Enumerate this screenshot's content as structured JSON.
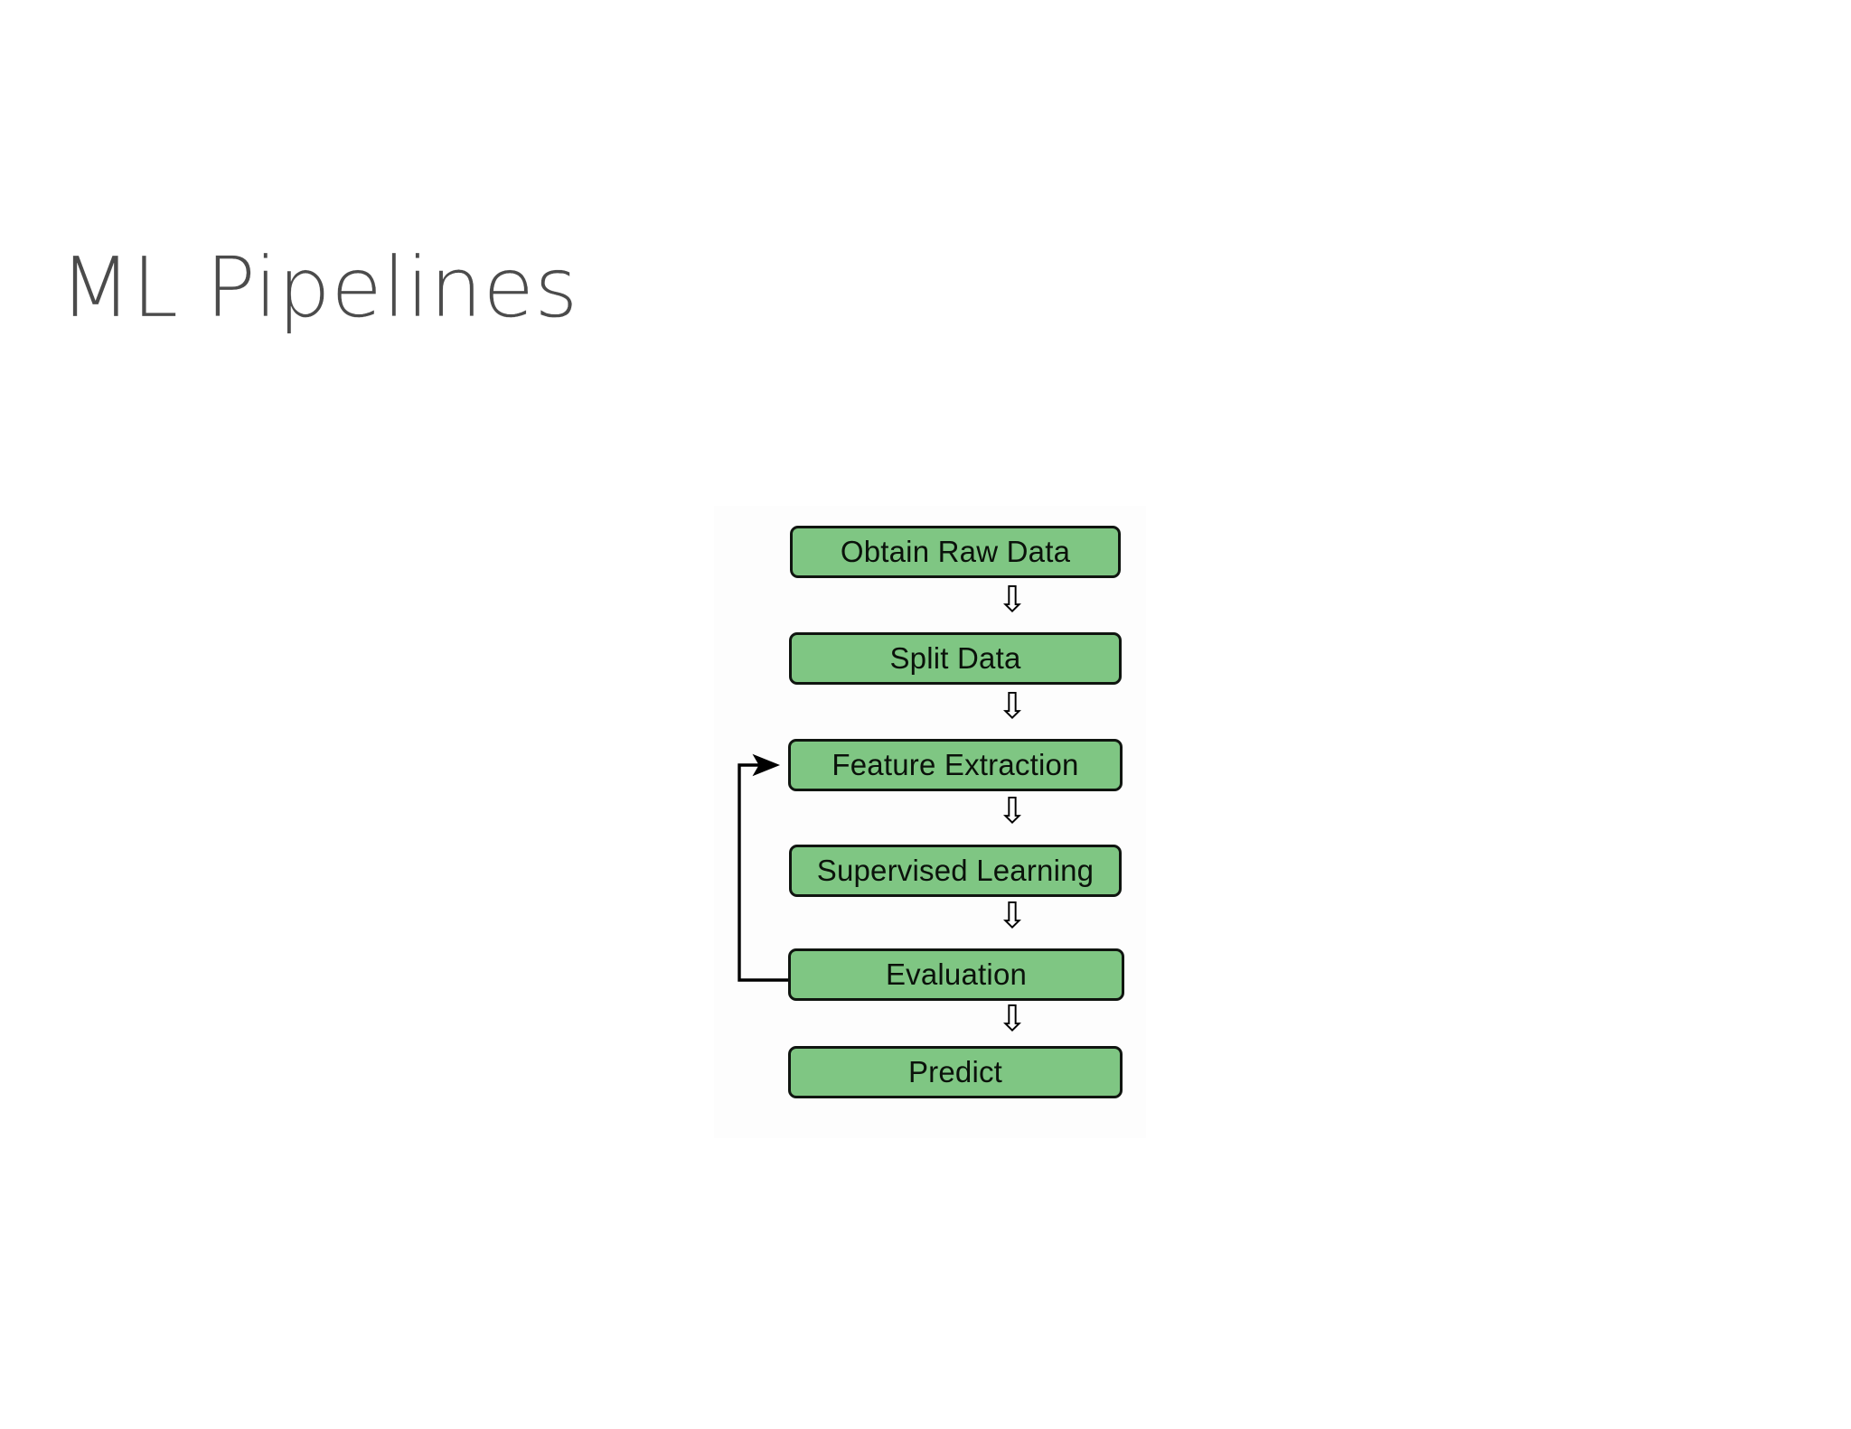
{
  "slide": {
    "title": "ML Pipelines",
    "background_color": "#ffffff",
    "title_color": "#4b4b4b"
  },
  "diagram": {
    "name": "ml-pipeline-flowchart",
    "type": "flowchart",
    "orientation": "vertical",
    "box_fill_color": "#7fc683",
    "box_border_color": "#101510",
    "box_text_color": "#0b120b",
    "connector_glyph": "⇩",
    "connector_color": "#000000",
    "loop_color": "#000000",
    "steps": [
      {
        "id": "obtain-raw-data",
        "label": "Obtain Raw Data"
      },
      {
        "id": "split-data",
        "label": "Split Data"
      },
      {
        "id": "feature-extraction",
        "label": "Feature Extraction"
      },
      {
        "id": "supervised-learning",
        "label": "Supervised Learning"
      },
      {
        "id": "evaluation",
        "label": "Evaluation"
      },
      {
        "id": "predict",
        "label": "Predict"
      }
    ],
    "connectors": [
      {
        "from": "obtain-raw-data",
        "to": "split-data",
        "glyph": "⇩"
      },
      {
        "from": "split-data",
        "to": "feature-extraction",
        "glyph": "⇩"
      },
      {
        "from": "feature-extraction",
        "to": "supervised-learning",
        "glyph": "⇩"
      },
      {
        "from": "supervised-learning",
        "to": "evaluation",
        "glyph": "⇩"
      },
      {
        "from": "evaluation",
        "to": "predict",
        "glyph": "⇩"
      }
    ],
    "feedback_loop": {
      "from": "evaluation",
      "to": "feature-extraction",
      "style": "solid-line-with-filled-arrowhead",
      "direction": "left-up-right"
    }
  }
}
